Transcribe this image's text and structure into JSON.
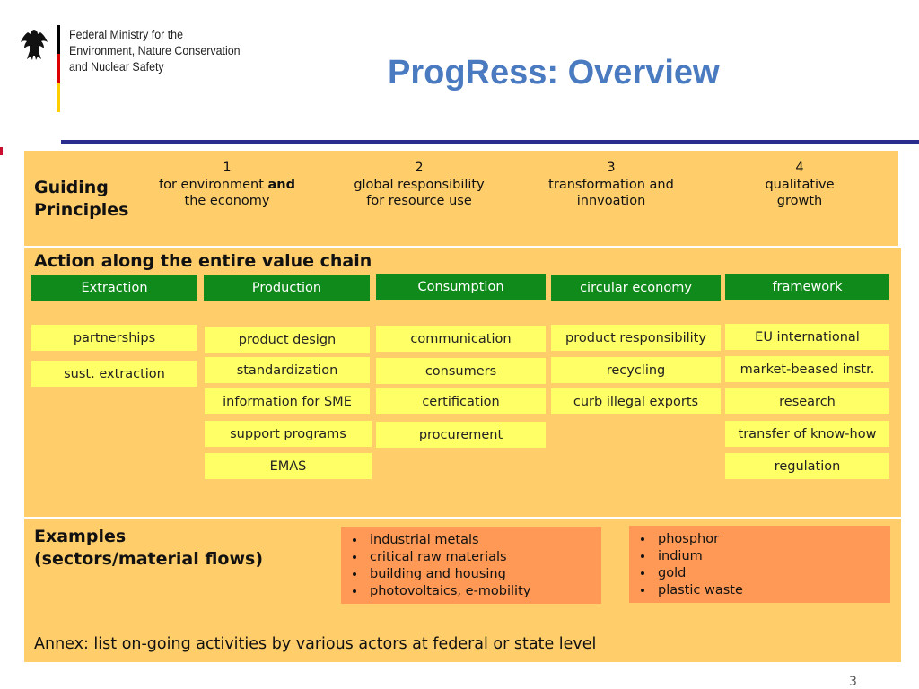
{
  "header": {
    "ministry_lines": [
      "Federal Ministry for the",
      "Environment, Nature Conservation",
      "and Nuclear Safety"
    ],
    "title": "ProgRess: Overview",
    "flag_colors": [
      "#000000",
      "#dd0000",
      "#ffce00"
    ]
  },
  "guiding": {
    "title": "Guiding Principles",
    "principles": [
      {
        "num": "1",
        "line1_pre": "for environment ",
        "line1_bold": "and",
        "line2": "the economy"
      },
      {
        "num": "2",
        "line1_pre": "global responsibility",
        "line1_bold": "",
        "line2": "for resource use"
      },
      {
        "num": "3",
        "line1_pre": "transformation and",
        "line1_bold": "",
        "line2": "innvoation"
      },
      {
        "num": "4",
        "line1_pre": "qualitative",
        "line1_bold": "",
        "line2": "growth"
      }
    ]
  },
  "value_chain": {
    "title": "Action along the entire value chain",
    "columns": [
      {
        "header": "Extraction",
        "items": [
          "partnerships",
          "sust. extraction"
        ]
      },
      {
        "header": "Production",
        "items": [
          "product design",
          "standardization",
          "information for SME",
          "support programs",
          "EMAS"
        ]
      },
      {
        "header": "Consumption",
        "items": [
          "communication",
          "consumers",
          "certification",
          "procurement"
        ]
      },
      {
        "header": "circular economy",
        "items": [
          "product responsibility",
          "recycling",
          "curb illegal exports"
        ]
      },
      {
        "header": "framework",
        "items": [
          "EU  international",
          "market-beased instr.",
          "research",
          "transfer of know-how",
          "regulation"
        ]
      }
    ]
  },
  "examples": {
    "title_line1": "Examples",
    "title_line2": "(sectors/material flows)",
    "box1": [
      "industrial metals",
      "critical raw materials",
      "building and housing",
      "photovoltaics, e-mobility"
    ],
    "box2": [
      "phosphor",
      "indium",
      "gold",
      "plastic waste"
    ]
  },
  "annex": "Annex: list on-going activities by various actors at federal or state level",
  "page_number": "3"
}
